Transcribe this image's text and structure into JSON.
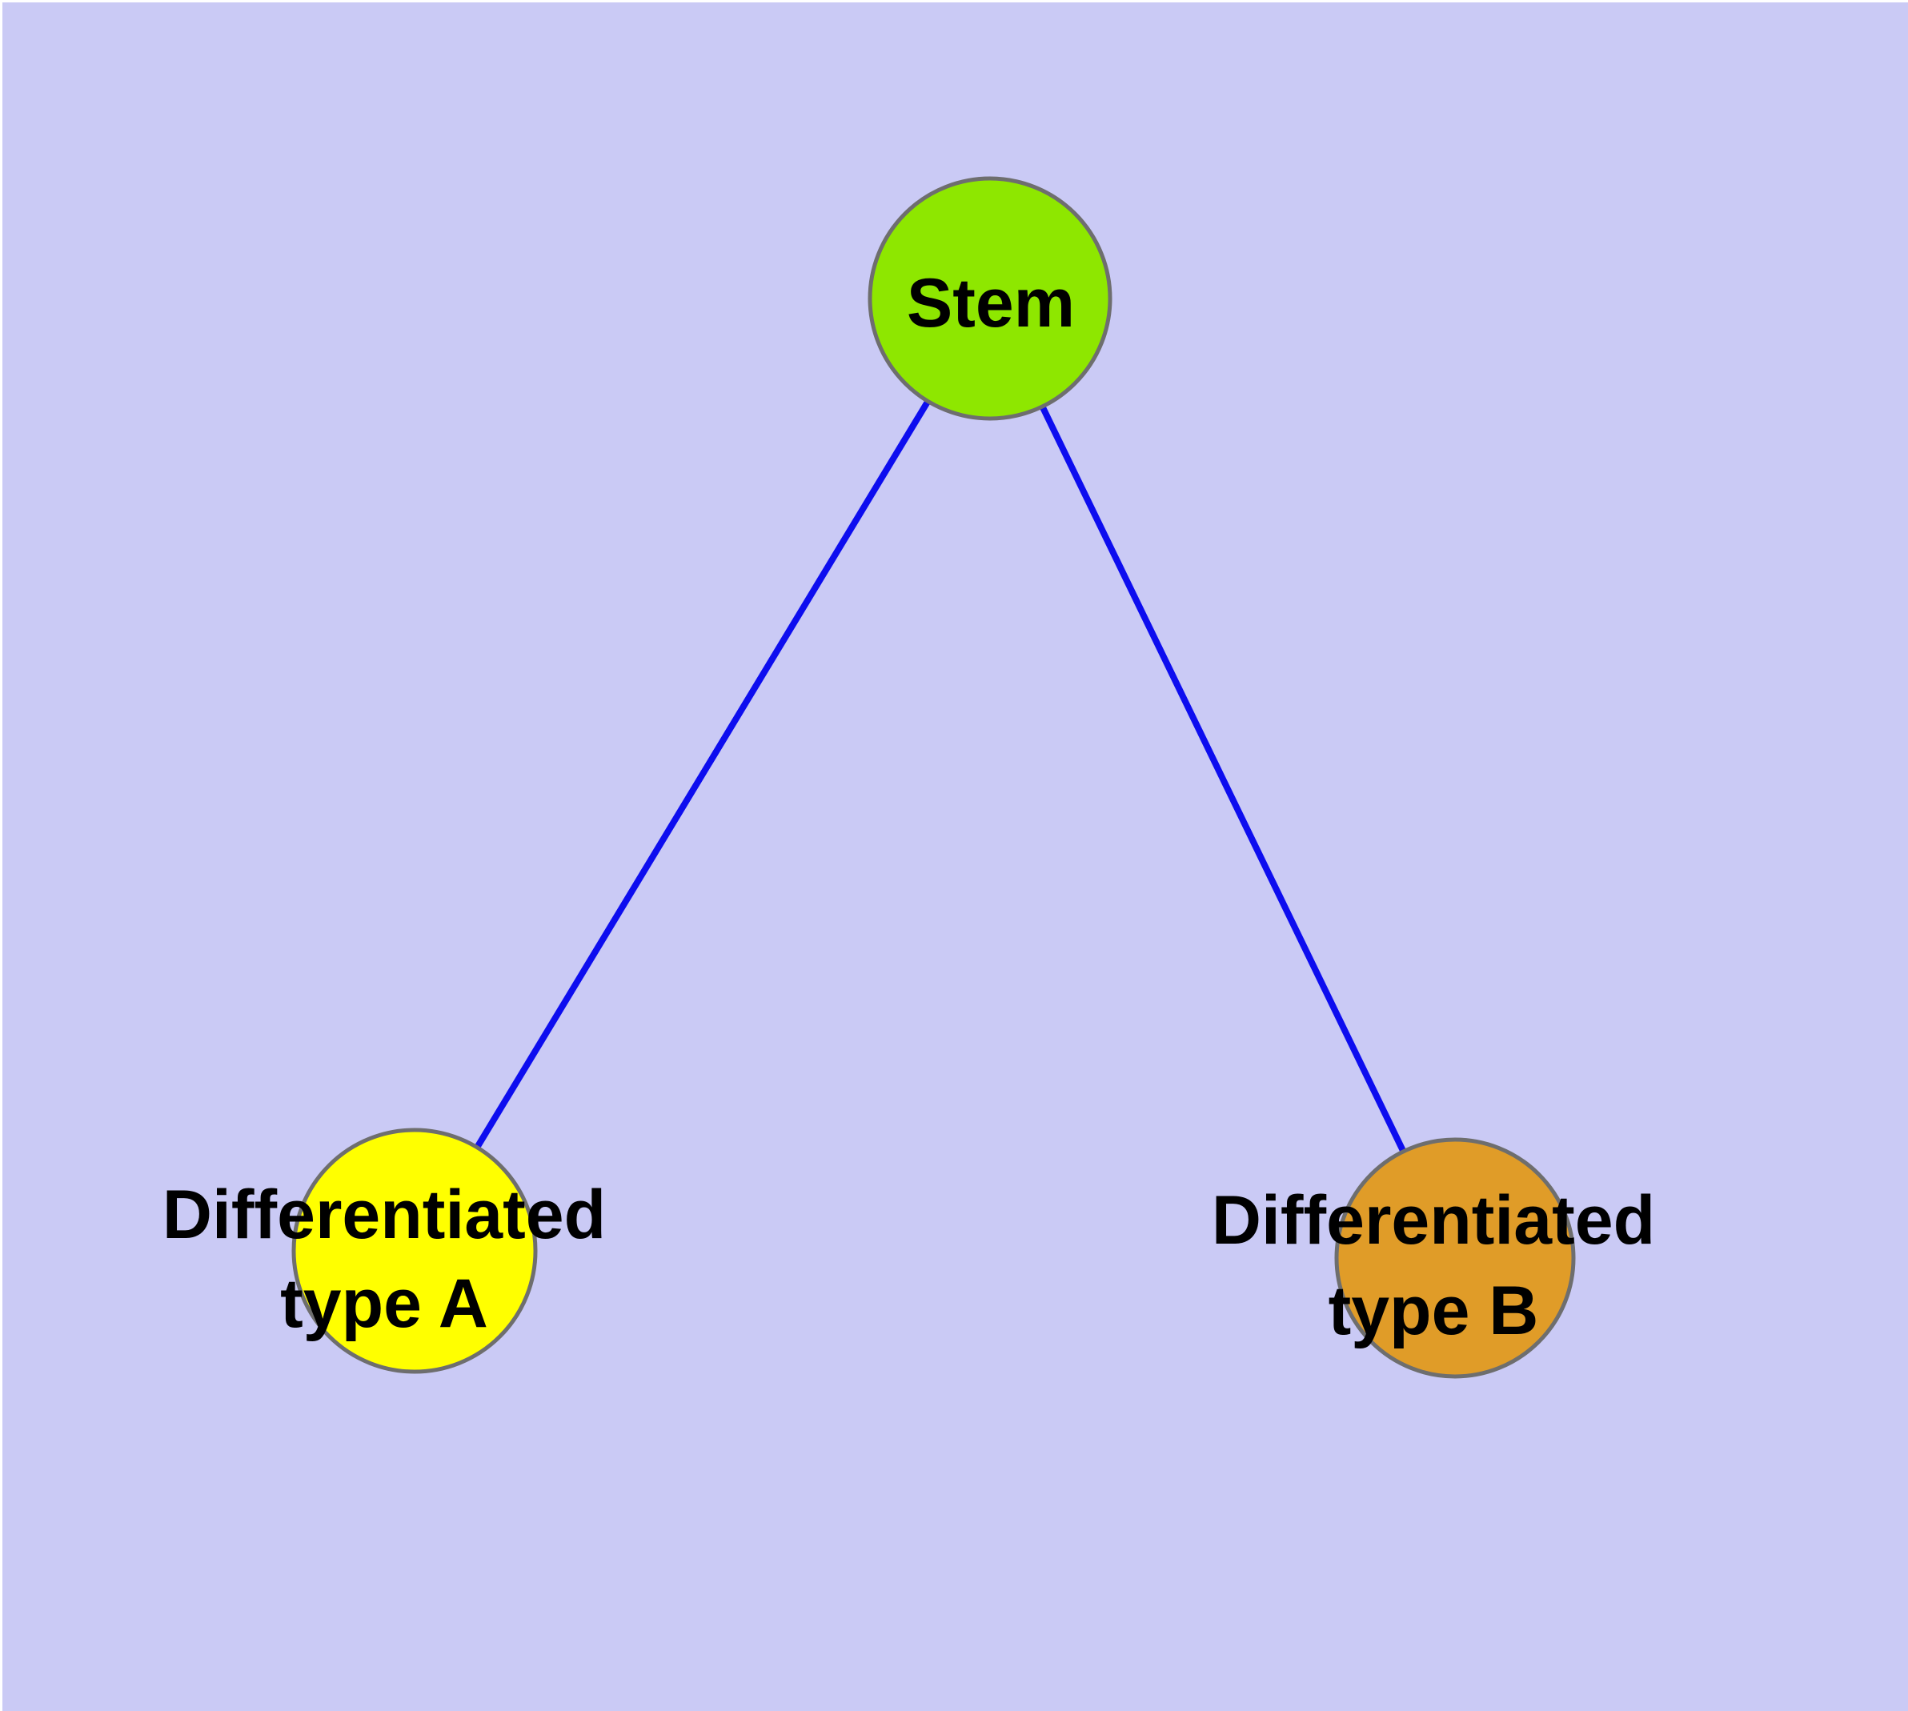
{
  "diagram": {
    "type": "node-link-graph",
    "background_color": "#CACAF5",
    "frame_highlight_color": "#FFFFFF",
    "label_color": "#000000",
    "node_border": {
      "color": "#6E6E6E",
      "width": 5
    },
    "edge_style": {
      "color": "#0D0DEF",
      "width": 8
    },
    "nodes": [
      {
        "id": "stem",
        "label": "Stem",
        "label_line2": "",
        "fill": "#8EE700"
      },
      {
        "id": "diff-a",
        "label": "Differentiated",
        "label_line2": "type A",
        "fill": "#FFFF00"
      },
      {
        "id": "diff-b",
        "label": "Differentiated",
        "label_line2": "type B",
        "fill": "#E09C28"
      }
    ],
    "edges": [
      {
        "from": "stem",
        "to": "diff-a"
      },
      {
        "from": "stem",
        "to": "diff-b"
      }
    ]
  }
}
